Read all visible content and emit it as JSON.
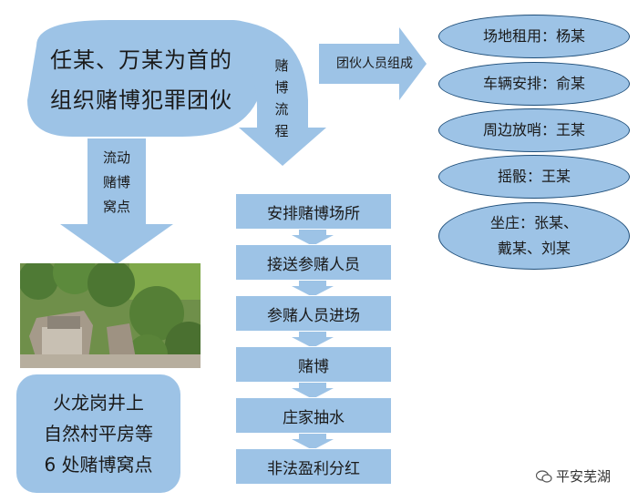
{
  "leader": {
    "line1": "任某、万某为首的",
    "line2": "组织赌博犯罪团伙"
  },
  "labels": {
    "team_arrow": "团伙人员组成",
    "process": [
      "赌",
      "博",
      "流",
      "程"
    ],
    "dens": [
      "流动",
      "赌博",
      "窝点"
    ]
  },
  "members": [
    {
      "lines": [
        "场地租用：杨某"
      ]
    },
    {
      "lines": [
        "车辆安排：俞某"
      ]
    },
    {
      "lines": [
        "周边放哨：王某"
      ]
    },
    {
      "lines": [
        "摇骰：王某"
      ]
    },
    {
      "lines": [
        "坐庄：张某、",
        "戴某、刘某"
      ]
    }
  ],
  "steps": [
    "安排赌博场所",
    "接送参赌人员",
    "参赌人员进场",
    "赌博",
    "庄家抽水",
    "非法盈利分红"
  ],
  "location": {
    "lines": [
      "火龙岗井上",
      "自然村平房等",
      "6 处赌博窝点"
    ]
  },
  "watermark": {
    "text": "平安芜湖",
    "icon": "wechat-icon"
  },
  "colors": {
    "fill": "#9dc3e6",
    "ellipse_border": "#1f4e79"
  }
}
